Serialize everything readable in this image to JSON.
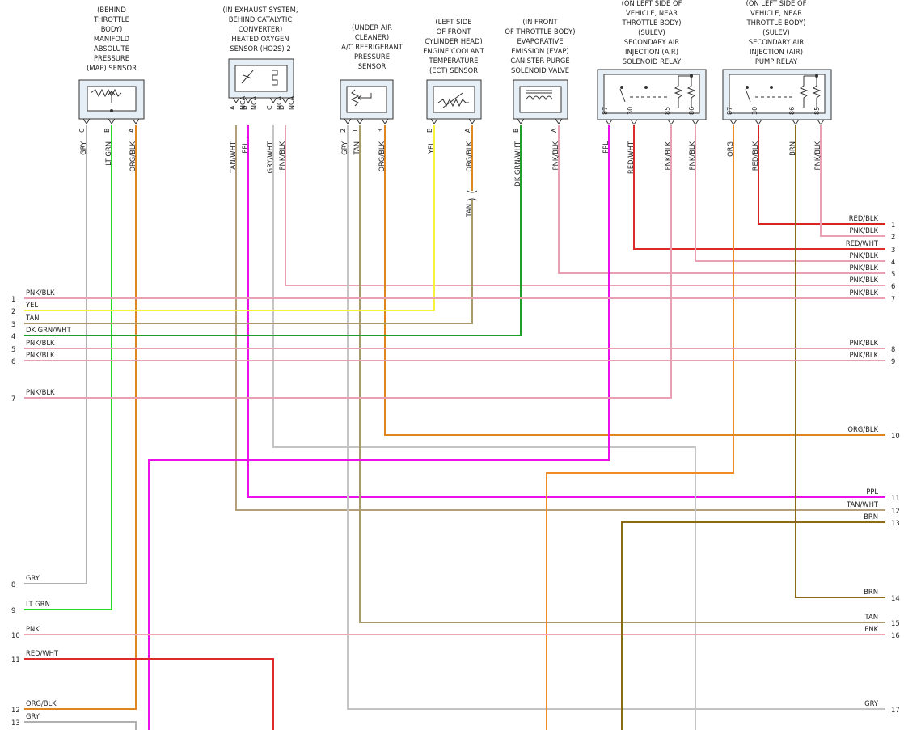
{
  "colors": {
    "GRY": "#b0b0b0",
    "LTGRN": "#22dd22",
    "ORGBLK": "#df8620",
    "TANWHT": "#b3a07a",
    "PPL": "#ec10e8",
    "GRYWHT": "#c4c4c4",
    "PNKBLK": "#e9a0b2",
    "TAN": "#a89a6a",
    "YEL": "#f7f23a",
    "DKGRNWHT": "#1f9e2a",
    "REDWHT": "#dd2a2a",
    "REDBLK": "#d8241f",
    "ORG": "#f18b22",
    "BRN": "#8a6a12",
    "PNK": "#f2a3b4"
  },
  "components": [
    {
      "id": "map",
      "lines": [
        "(BEHIND",
        "THROTTLE",
        "BODY)",
        "MANIFOLD",
        "ABSOLUTE",
        "PRESSURE",
        "(MAP) SENSOR"
      ],
      "pins": [
        "C",
        "B",
        "A"
      ],
      "wires": [
        "GRY",
        "LT GRN",
        "ORG/BLK"
      ]
    },
    {
      "id": "ho2s",
      "lines": [
        "(IN EXHAUST SYSTEM,",
        "BEHIND CATALYTIC",
        "CONVERTER)",
        "HEATED OXYGEN",
        "SENSOR (HO2S) 2"
      ],
      "pins": [
        "A",
        "NCA",
        "B",
        "NCA",
        "C",
        "NCA",
        "D",
        "NCA"
      ],
      "wires": [
        "TAN/WHT",
        "PPL",
        "GRY/WHT",
        "PNK/BLK"
      ]
    },
    {
      "id": "ac",
      "lines": [
        "(UNDER AIR",
        "CLEANER)",
        "A/C REFRIGERANT",
        "PRESSURE",
        "SENSOR"
      ],
      "pins": [
        "2",
        "1",
        "3"
      ],
      "wires": [
        "GRY",
        "TAN",
        "ORG/BLK"
      ]
    },
    {
      "id": "ect",
      "lines": [
        "(LEFT SIDE",
        "OF FRONT",
        "CYLINDER HEAD)",
        "ENGINE COOLANT",
        "TEMPERATURE",
        "(ECT) SENSOR"
      ],
      "pins": [
        "B",
        "A"
      ],
      "wires": [
        "YEL",
        "ORG/BLK",
        "TAN"
      ]
    },
    {
      "id": "evap",
      "lines": [
        "(IN FRONT",
        "OF THROTTLE BODY)",
        "EVAPORATIVE",
        "EMISSION (EVAP)",
        "CANISTER PURGE",
        "SOLENOID VALVE"
      ],
      "pins": [
        "B",
        "A"
      ],
      "wires": [
        "DK GRN/WHT",
        "PNK/BLK"
      ]
    },
    {
      "id": "solrelay",
      "lines": [
        "(ON LEFT SIDE OF",
        "VEHICLE, NEAR",
        "THROTTLE BODY)",
        "(SULEV)",
        "SECONDARY AIR",
        "INJECTION (AIR)",
        "SOLENOID RELAY"
      ],
      "pins": [
        "87",
        "30",
        "85",
        "86"
      ],
      "wires": [
        "PPL",
        "RED/WHT",
        "PNK/BLK",
        "PNK/BLK"
      ]
    },
    {
      "id": "pumprelay",
      "lines": [
        "(ON LEFT SIDE OF",
        "VEHICLE, NEAR",
        "THROTTLE BODY)",
        "(SULEV)",
        "SECONDARY AIR",
        "INJECTION (AIR)",
        "PUMP RELAY"
      ],
      "pins": [
        "87",
        "30",
        "86",
        "85"
      ],
      "wires": [
        "ORG",
        "RED/BLK",
        "BRN",
        "PNK/BLK"
      ]
    }
  ],
  "left_terminals": [
    {
      "num": "1",
      "label": "PNK/BLK"
    },
    {
      "num": "2",
      "label": "YEL"
    },
    {
      "num": "3",
      "label": "TAN"
    },
    {
      "num": "4",
      "label": "DK GRN/WHT"
    },
    {
      "num": "5",
      "label": "PNK/BLK"
    },
    {
      "num": "6",
      "label": "PNK/BLK"
    },
    {
      "num": "7",
      "label": "PNK/BLK"
    },
    {
      "num": "8",
      "label": "GRY"
    },
    {
      "num": "9",
      "label": "LT GRN"
    },
    {
      "num": "10",
      "label": "PNK"
    },
    {
      "num": "11",
      "label": "RED/WHT"
    },
    {
      "num": "12",
      "label": "ORG/BLK"
    },
    {
      "num": "13",
      "label": "GRY"
    }
  ],
  "right_terminals": [
    {
      "num": "1",
      "label": "RED/BLK"
    },
    {
      "num": "2",
      "label": "PNK/BLK"
    },
    {
      "num": "3",
      "label": "RED/WHT"
    },
    {
      "num": "4",
      "label": "PNK/BLK"
    },
    {
      "num": "5",
      "label": "PNK/BLK"
    },
    {
      "num": "6",
      "label": "PNK/BLK"
    },
    {
      "num": "7",
      "label": "PNK/BLK"
    },
    {
      "num": "8",
      "label": "PNK/BLK"
    },
    {
      "num": "9",
      "label": "PNK/BLK"
    },
    {
      "num": "10",
      "label": "ORG/BLK"
    },
    {
      "num": "11",
      "label": "PPL"
    },
    {
      "num": "12",
      "label": "TAN/WHT"
    },
    {
      "num": "13",
      "label": "BRN"
    },
    {
      "num": "14",
      "label": "BRN"
    },
    {
      "num": "15",
      "label": "TAN"
    },
    {
      "num": "16",
      "label": "PNK"
    },
    {
      "num": "17",
      "label": "GRY"
    }
  ]
}
